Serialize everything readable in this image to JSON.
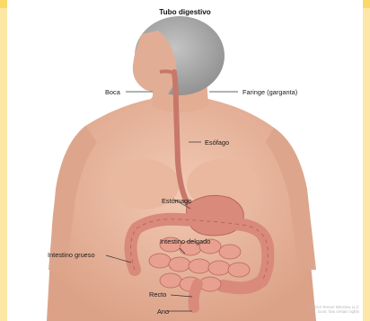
{
  "banner_text": "",
  "title": "Tubo digestivo",
  "labels": {
    "boca": "Boca",
    "faringe": "Faringe (garganta)",
    "esofago": "Esófago",
    "estomago": "Estómago",
    "intestino_delgado": "Intestino delgado",
    "intestino_grueso": "Intestino grueso",
    "recto": "Recto",
    "ano": "Ano"
  },
  "copyright_line1": "© 2013 Terese Winslow LLC",
  "copyright_line2": "U.S. Govt. has certain rights",
  "colors": {
    "frame": "#fde7a6",
    "banner": "#fbd968",
    "skin": "#e8b59d",
    "head_gray": "#a8a8a8",
    "organ": "#d98a7a"
  }
}
